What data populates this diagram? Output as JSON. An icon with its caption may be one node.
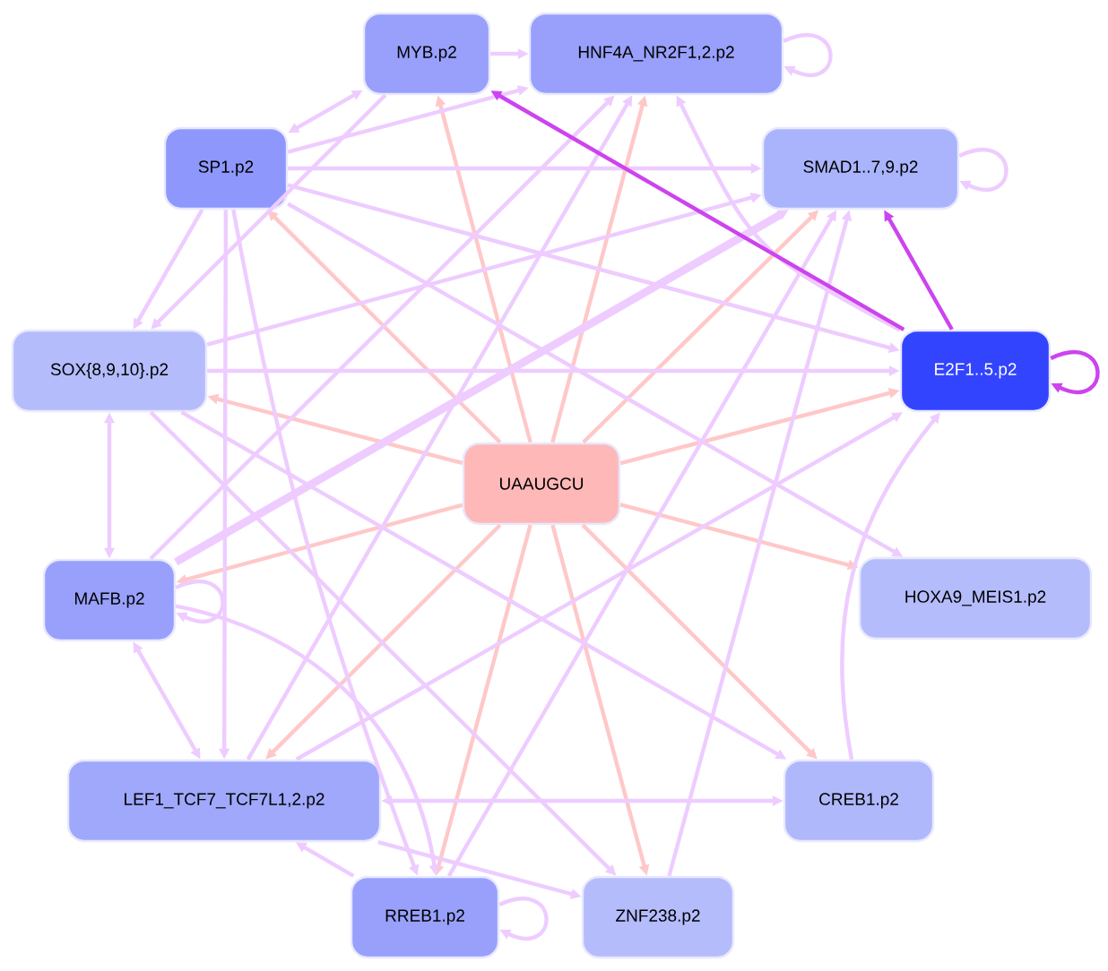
{
  "diagram": {
    "nodes": [
      {
        "text": [
          "MYB.p2"
        ]
      },
      {
        "text": [
          "HNF4A_NR2F1,2.p2"
        ]
      },
      {
        "text": [
          "SP1.p2"
        ]
      },
      {
        "text": [
          "SMAD1..7,9.p2"
        ]
      },
      {
        "text": [
          "SOX{8,9,10}.p2"
        ]
      },
      {
        "text": [
          "E2F1..5.p2"
        ]
      },
      {
        "text": [
          "UAAUGCU"
        ]
      },
      {
        "text": [
          "MAFB.p2"
        ]
      },
      {
        "text": [
          "HOXA9_MEIS1.p2"
        ]
      },
      {
        "text": [
          "LEF1_TCF7_TCF7L1,2.p2"
        ]
      },
      {
        "text": [
          "CREB1.p2"
        ]
      },
      {
        "text": [
          "RREB1.p2"
        ]
      },
      {
        "text": [
          "ZNF238.p2"
        ]
      }
    ],
    "edges": [
      {
        "from": 6,
        "to": 2,
        "arrow": "to",
        "color": "#ffc8c8"
      },
      {
        "from": 6,
        "to": 0,
        "arrow": "to",
        "color": "#ffc8c8"
      },
      {
        "from": 6,
        "to": 1,
        "arrow": "to",
        "color": "#ffc8c8"
      },
      {
        "from": 6,
        "to": 3,
        "arrow": "to",
        "color": "#ffc8c8"
      },
      {
        "from": 6,
        "to": 5,
        "arrow": "to",
        "color": "#ffc8c8"
      },
      {
        "from": 6,
        "to": 8,
        "arrow": "to",
        "color": "#ffc8c8"
      },
      {
        "from": 6,
        "to": 10,
        "arrow": "to",
        "color": "#ffc8c8"
      },
      {
        "from": 6,
        "to": 12,
        "arrow": "to",
        "color": "#ffc8c8"
      },
      {
        "from": 6,
        "to": 11,
        "arrow": "to",
        "color": "#ffc8c8"
      },
      {
        "from": 6,
        "to": 9,
        "arrow": "to",
        "color": "#ffc8c8"
      },
      {
        "from": 6,
        "to": 7,
        "arrow": "to",
        "color": "#ffc8c8"
      },
      {
        "from": 6,
        "to": 4,
        "arrow": "to",
        "color": "#ffc8c8"
      },
      {
        "from": 2,
        "to": 0,
        "arrow": "both"
      },
      {
        "from": 0,
        "to": 1,
        "arrow": "to"
      },
      {
        "from": 2,
        "to": 1,
        "arrow": "to"
      },
      {
        "from": 2,
        "to": 3,
        "arrow": "to"
      },
      {
        "from": 2,
        "to": 5,
        "arrow": "to"
      },
      {
        "from": 2,
        "to": 4,
        "arrow": "to"
      },
      {
        "from": 2,
        "to": 9,
        "arrow": "to"
      },
      {
        "from": 2,
        "to": 11,
        "arrow": "to"
      },
      {
        "from": 0,
        "to": 4,
        "arrow": "to"
      },
      {
        "from": 4,
        "to": 3,
        "arrow": "to"
      },
      {
        "from": 4,
        "to": 5,
        "arrow": "to"
      },
      {
        "from": 2,
        "to": 8,
        "arrow": "to"
      },
      {
        "from": 4,
        "to": 7,
        "arrow": "both"
      },
      {
        "from": 4,
        "to": 12,
        "arrow": "to"
      },
      {
        "from": 7,
        "to": 3,
        "arrow": "to",
        "style": "thick"
      },
      {
        "from": 7,
        "to": 1,
        "arrow": "to"
      },
      {
        "from": 7,
        "to": 9,
        "arrow": "both"
      },
      {
        "from": 7,
        "to": 11,
        "arrow": "to"
      },
      {
        "from": 9,
        "to": 1,
        "arrow": "to"
      },
      {
        "from": 9,
        "to": 10,
        "arrow": "both"
      },
      {
        "from": 9,
        "to": 12,
        "arrow": "to"
      },
      {
        "from": 11,
        "to": 9,
        "arrow": "to"
      },
      {
        "from": 11,
        "to": 3,
        "arrow": "to"
      },
      {
        "from": 12,
        "to": 3,
        "arrow": "to"
      },
      {
        "from": 10,
        "to": 5,
        "arrow": "to"
      },
      {
        "from": 9,
        "to": 5,
        "arrow": "to"
      },
      {
        "from": 5,
        "to": 1,
        "arrow": "to"
      },
      {
        "from": 5,
        "to": 0,
        "arrow": "to",
        "color": "#cc44ee"
      },
      {
        "from": 5,
        "to": 3,
        "arrow": "to",
        "color": "#cc44ee"
      },
      {
        "from": 1,
        "to": 1,
        "arrow": "to"
      },
      {
        "from": 3,
        "to": 3,
        "arrow": "to"
      },
      {
        "from": 5,
        "to": 5,
        "arrow": "to",
        "color": "#cc44ee"
      },
      {
        "from": 7,
        "to": 7,
        "arrow": "to"
      },
      {
        "from": 11,
        "to": 11,
        "arrow": "to"
      },
      {
        "from": 4,
        "to": 10,
        "arrow": "to"
      }
    ]
  }
}
